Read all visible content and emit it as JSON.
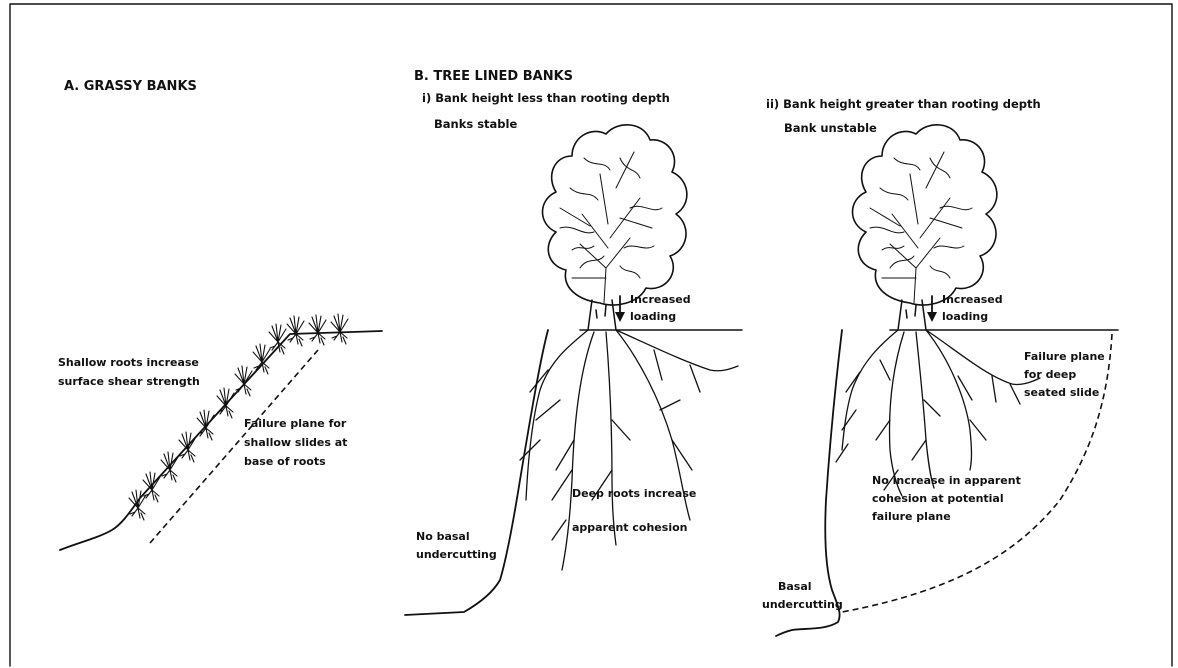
{
  "panel_a": {
    "heading": "A. GRASSY BANKS",
    "label_roots_1": "Shallow roots increase",
    "label_roots_2": "surface shear strength",
    "label_failure_1": "Failure plane for",
    "label_failure_2": "shallow slides at",
    "label_failure_3": "base of roots"
  },
  "panel_b": {
    "heading": "B. TREE LINED BANKS",
    "case_i": {
      "title": "i) Bank height less than rooting depth",
      "status": "Banks stable",
      "loading_1": "Increased",
      "loading_2": "loading",
      "roots_1": "Deep roots increase",
      "roots_2": "apparent cohesion",
      "basal_1": "No basal",
      "basal_2": "undercutting"
    },
    "case_ii": {
      "title": "ii) Bank height greater than rooting depth",
      "status": "Bank unstable",
      "loading_1": "Increased",
      "loading_2": "loading",
      "failure_1": "Failure plane",
      "failure_2": "for deep",
      "failure_3": "seated slide",
      "cohesion_1": "No increase in apparent",
      "cohesion_2": "cohesion at potential",
      "cohesion_3": "failure plane",
      "basal_1": "Basal",
      "basal_2": "undercutting"
    }
  }
}
